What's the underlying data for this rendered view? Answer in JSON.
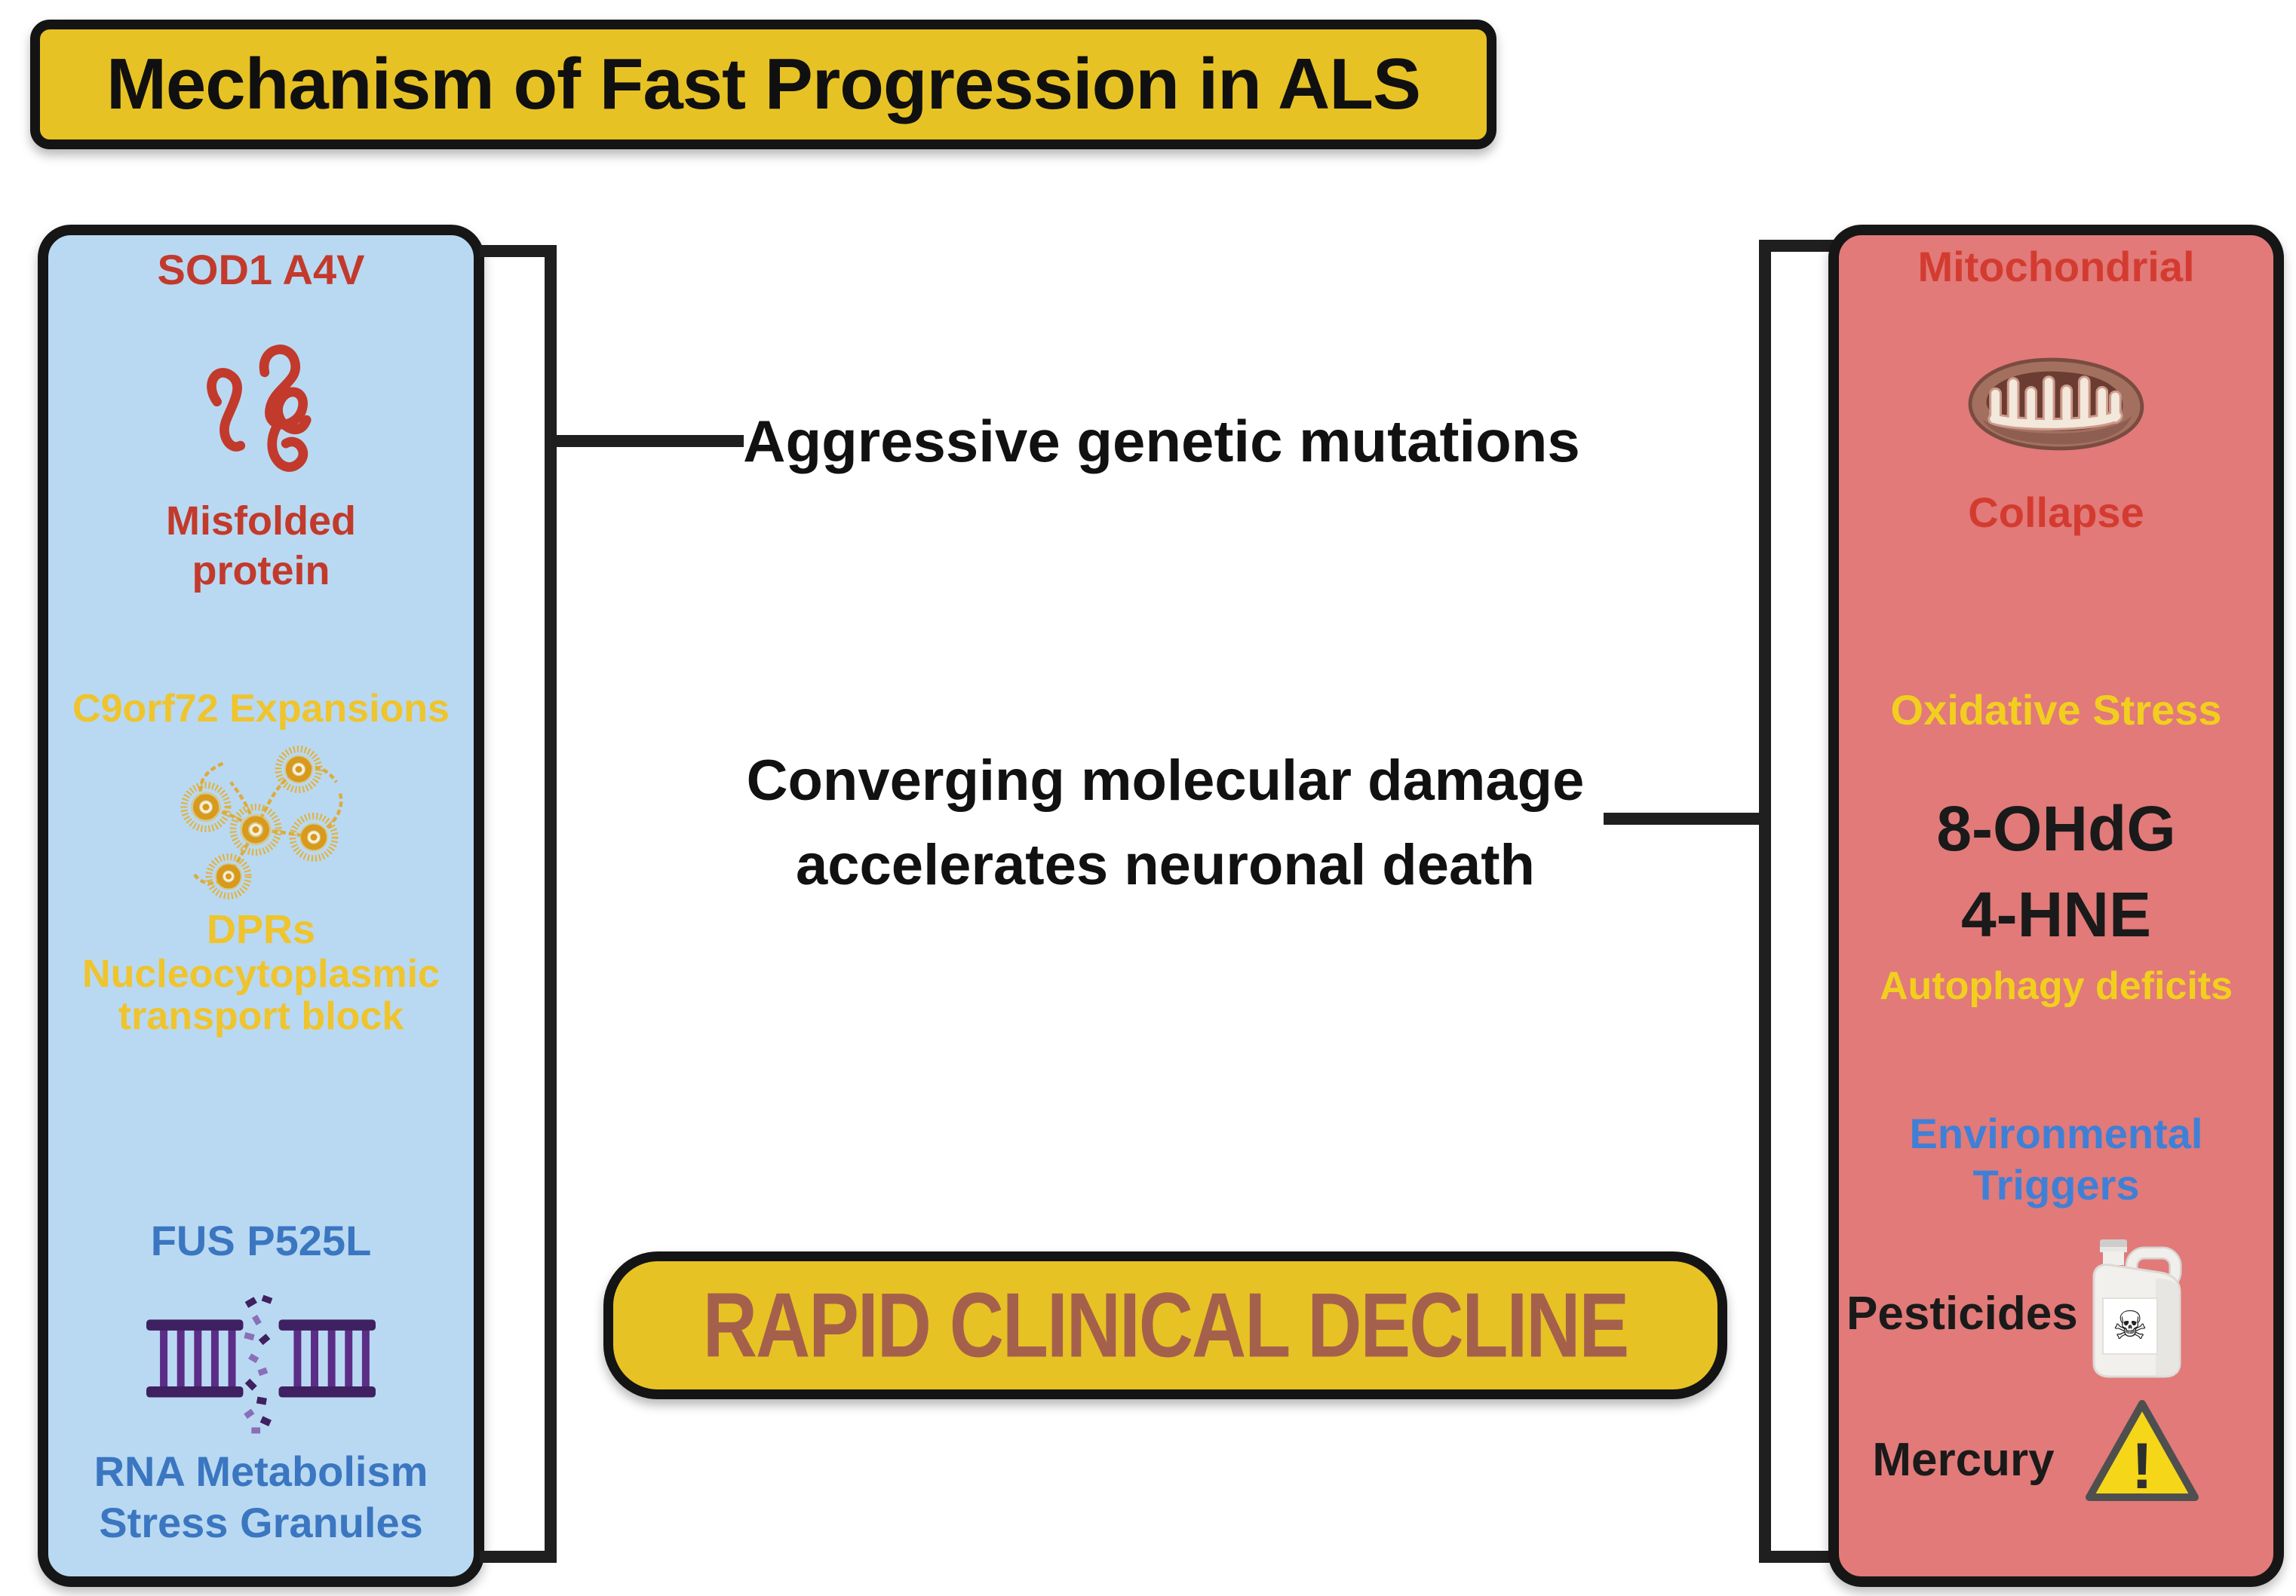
{
  "title": {
    "label": "Mechanism of Fast Progression in ALS"
  },
  "left_panel": {
    "sod1_label": "SOD1 A4V",
    "misfolded_line1": "Misfolded",
    "misfolded_line2": "protein",
    "c9orf72_label": "C9orf72 Expansions",
    "dprs_label": "DPRs",
    "transport_line1": "Nucleocytoplasmic",
    "transport_line2": "transport block",
    "fus_label": "FUS P525L",
    "rna_line1": "RNA Metabolism",
    "rna_line2": "Stress Granules"
  },
  "center": {
    "mutations_label": "Aggressive genetic mutations",
    "converging_line1": "Converging molecular damage",
    "converging_line2": "accelerates neuronal death",
    "decline_label": "RAPID CLINICAL DECLINE"
  },
  "right_panel": {
    "mito_label_top": "Mitochondrial",
    "mito_label_bottom": "Collapse",
    "oxidative_label": "Oxidative Stress",
    "marker1_label": "8-OHdG",
    "marker2_label": "4-HNE",
    "autophagy_label": "Autophagy deficits",
    "env_line1": "Environmental",
    "env_line2": "Triggers",
    "pesticides_label": "Pesticides",
    "mercury_label": "Mercury",
    "skull_glyph": "☠",
    "warning_glyph": "!"
  },
  "icons": {
    "left": [
      "misfolded-protein-icon",
      "protein-aggregates-icon",
      "broken-dna-icon"
    ],
    "right": [
      "mitochondrion-icon",
      "pesticide-jug-icon",
      "warning-triangle-icon"
    ]
  },
  "colors": {
    "banner_yellow": "#E7C224",
    "panel_left_blue": "#B9D9F2",
    "panel_right_pink": "#E17A79",
    "border_black": "#161616",
    "red_left": "#C23A2C",
    "yellow_left": "#EFC42C",
    "blue_left": "#3B76C1",
    "red_right": "#D43B30",
    "yellow_right": "#F2CF1F",
    "blue_right": "#3F80D6",
    "decline_text": "#A5604C"
  }
}
